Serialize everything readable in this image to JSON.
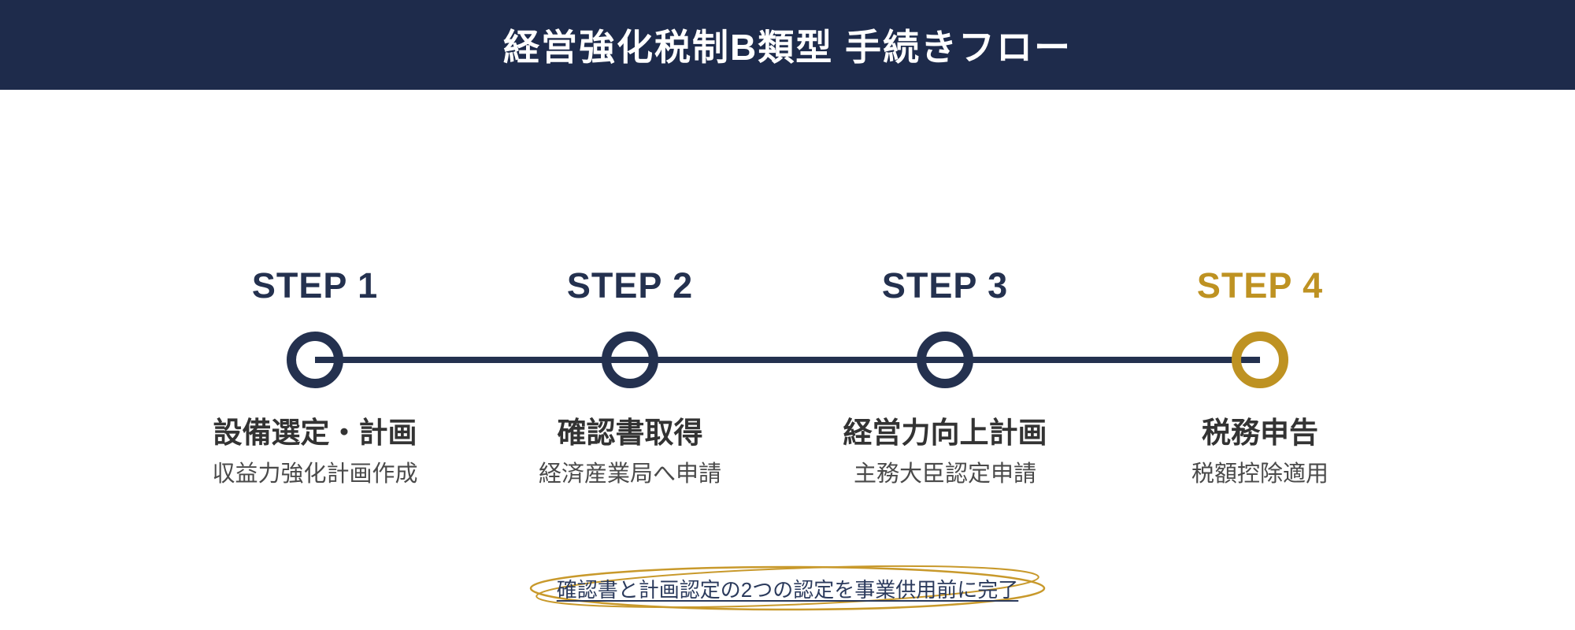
{
  "header": {
    "title": "経営強化税制B類型 手続きフロー"
  },
  "steps": [
    {
      "label": "STEP 1",
      "title": "設備選定・計画",
      "subtitle": "収益力強化計画作成",
      "accent": "#24314F"
    },
    {
      "label": "STEP 2",
      "title": "確認書取得",
      "subtitle": "経済産業局へ申請",
      "accent": "#24314F"
    },
    {
      "label": "STEP 3",
      "title": "経営力向上計画",
      "subtitle": "主務大臣認定申請",
      "accent": "#24314F"
    },
    {
      "label": "STEP 4",
      "title": "税務申告",
      "subtitle": "税額控除適用",
      "accent": "#BE9222"
    }
  ],
  "annotation": {
    "text": "確認書と計画認定の2つの認定を事業供用前に完了"
  },
  "colors": {
    "header_bg": "#1E2B4B",
    "header_text": "#FFFFFF",
    "navy": "#24314F",
    "gold": "#BE9222",
    "line": "#24314F",
    "ellipse_gold": "#C8992B",
    "annotation_text": "#2B3A5C",
    "step_title": "#333333",
    "step_subtitle": "#4A4A4A",
    "background": "#FFFFFF"
  }
}
